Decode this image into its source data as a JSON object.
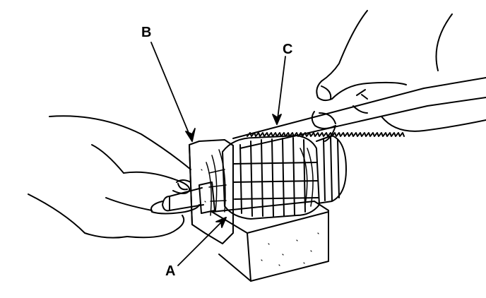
{
  "figure": {
    "callouts": {
      "a": "A",
      "b": "B",
      "c": "C"
    }
  },
  "colors": {
    "ink": "#000000",
    "paper": "#ffffff"
  }
}
